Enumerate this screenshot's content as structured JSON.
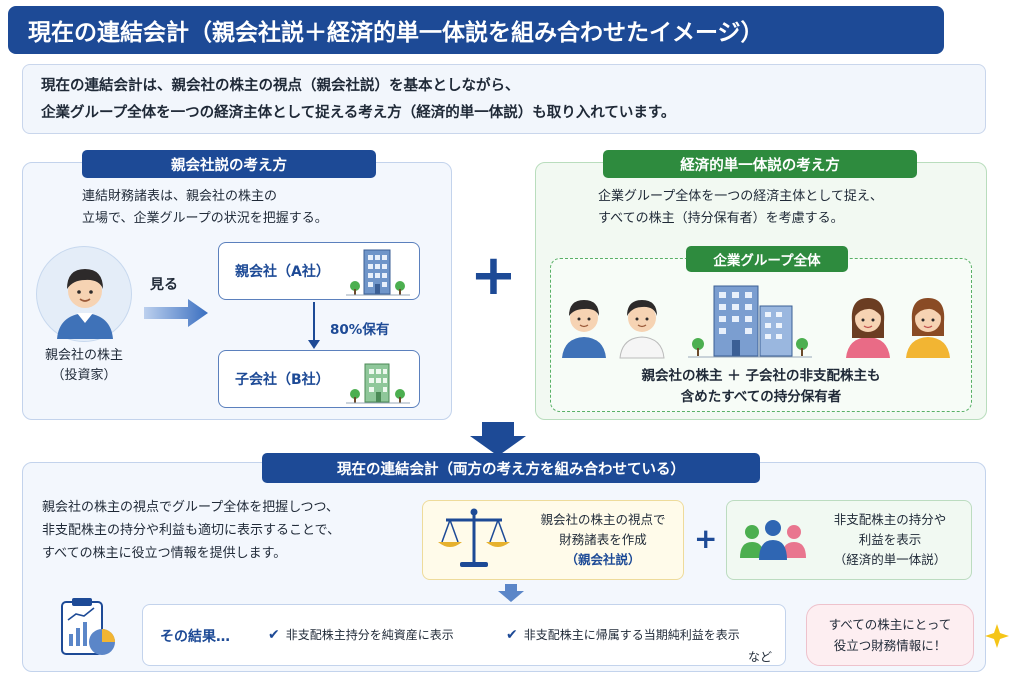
{
  "title": "現在の連結会計（親会社説＋経済的単一体説を組み合わせたイメージ）",
  "intro": {
    "line1": "現在の連結会計は、親会社の株主の視点（親会社説）を基本としながら、",
    "line2": "企業グループ全体を一つの経済主体として捉える考え方（経済的単一体説）も取り入れています。"
  },
  "left_panel": {
    "heading": "親会社説の考え方",
    "desc_line1": "連結財務諸表は、親会社の株主の",
    "desc_line2": "立場で、企業グループの状況を把握する。",
    "person_label1": "親会社の株主",
    "person_label2": "（投資家）",
    "arrow_label": "見る",
    "parent_company": "親会社（A社）",
    "ownership": "80%保有",
    "subsidiary": "子会社（B社）"
  },
  "plus_symbol": "+",
  "right_panel": {
    "heading": "経済的単一体説の考え方",
    "desc_line1": "企業グループ全体を一つの経済主体として捉え、",
    "desc_line2": "すべての株主（持分保有者）を考慮する。",
    "group_label": "企業グループ全体",
    "caption_line1": "親会社の株主 ＋ 子会社の非支配株主も",
    "caption_line2": "含めたすべての持分保有者"
  },
  "bottom": {
    "heading": "現在の連結会計（両方の考え方を組み合わせている）",
    "desc_line1": "親会社の株主の視点でグループ全体を把握しつつ、",
    "desc_line2": "非支配株主の持分や利益も適切に表示することで、",
    "desc_line3": "すべての株主に役立つ情報を提供します。",
    "card1_line1": "親会社の株主の視点で",
    "card1_line2": "財務諸表を作成",
    "card1_line3": "（親会社説）",
    "plus_symbol": "+",
    "card2_line1": "非支配株主の持分や",
    "card2_line2": "利益を表示",
    "card2_line3": "（経済的単一体説）",
    "result_label": "その結果…",
    "result_item1": "非支配株主持分を純資産に表示",
    "result_item2": "非支配株主に帰属する当期純利益を表示",
    "result_etc": "など",
    "bubble_line1": "すべての株主にとって",
    "bubble_line2": "役立つ財務情報に！"
  },
  "colors": {
    "navy": "#1d4a96",
    "green": "#2e8b3e",
    "light_blue": "#f3f7fd",
    "light_green": "#f2f9f2"
  }
}
